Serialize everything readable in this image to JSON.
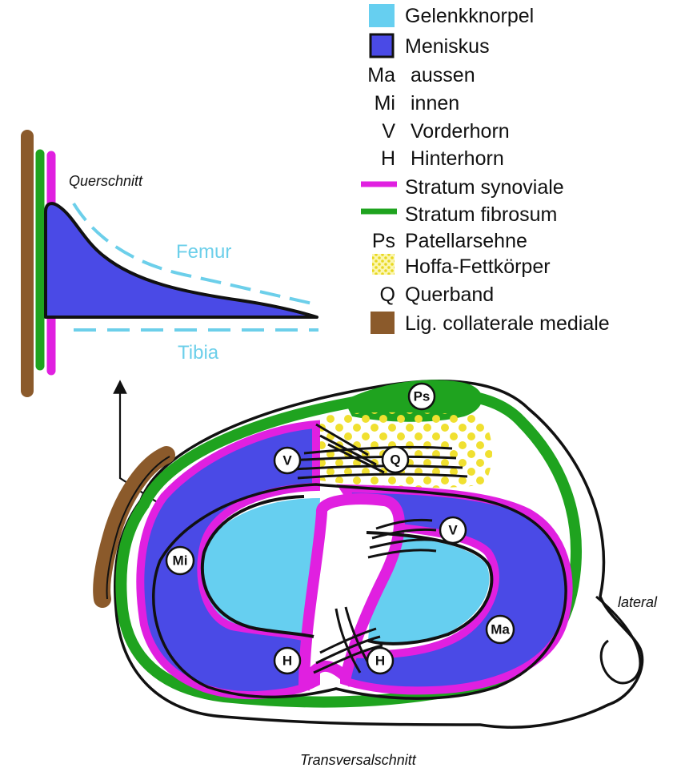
{
  "colors": {
    "cartilage": "#66cff0",
    "meniscus": "#4a4ae6",
    "synovial": "#e020e0",
    "fibrosum": "#1fa31f",
    "hoffa_dots": "#f0e030",
    "ligament": "#8b5a2b",
    "bone_dash": "#6ccfea",
    "outline": "#111111"
  },
  "legend": {
    "cartilage": "Gelenkknorpel",
    "meniscus": "Meniskus",
    "ma_abbr": "Ma",
    "ma_text": "aussen",
    "mi_abbr": "Mi",
    "mi_text": "innen",
    "v_abbr": "V",
    "v_text": "Vorderhorn",
    "h_abbr": "H",
    "h_text": "Hinterhorn",
    "synovial": "Stratum synoviale",
    "fibrosum": "Stratum fibrosum",
    "ps_abbr": "Ps",
    "ps_text": "Patellarsehne",
    "hoffa": "Hoffa-Fettkörper",
    "q_abbr": "Q",
    "q_text": "Querband",
    "ligament": "Lig. collaterale mediale"
  },
  "cross_section": {
    "title": "Querschnitt",
    "femur": "Femur",
    "tibia": "Tibia"
  },
  "transverse": {
    "title": "Transversalschnitt",
    "lateral": "lateral",
    "bubbles": {
      "ps": "Ps",
      "v_medial": "V",
      "q": "Q",
      "v_lateral": "V",
      "mi": "Mi",
      "ma": "Ma",
      "h_medial": "H",
      "h_lateral": "H"
    }
  }
}
